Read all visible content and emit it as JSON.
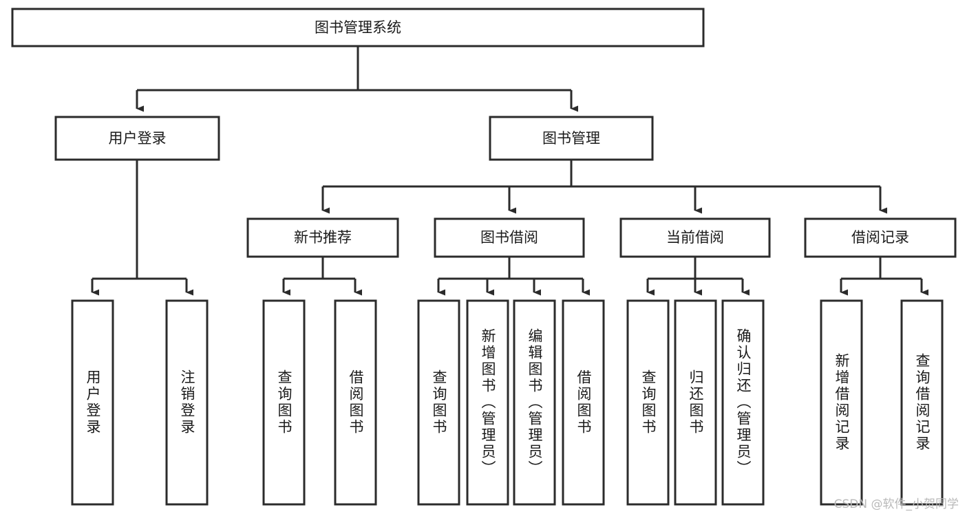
{
  "diagram": {
    "title": "图书管理系统",
    "type": "hierarchy-tree",
    "orientation": "top-down",
    "colors": {
      "box_stroke": "#2b2b2b",
      "box_fill": "#ffffff",
      "connector": "#2b2b2b",
      "text": "#1a1a1a",
      "watermark": "#b9b9b9",
      "background": "#ffffff"
    },
    "root": {
      "label": "图书管理系统"
    },
    "level2": [
      {
        "label": "用户登录"
      },
      {
        "label": "图书管理"
      }
    ],
    "level3": [
      {
        "label": "新书推荐"
      },
      {
        "label": "图书借阅"
      },
      {
        "label": "当前借阅"
      },
      {
        "label": "借阅记录"
      }
    ],
    "leaves": {
      "user_login": [
        {
          "label": "用户登录"
        },
        {
          "label": "注销登录"
        }
      ],
      "new_book_recommend": [
        {
          "label": "查询图书"
        },
        {
          "label": "借阅图书"
        }
      ],
      "book_borrow": [
        {
          "label": "查询图书"
        },
        {
          "label": "新增图书（管理员）"
        },
        {
          "label": "编辑图书（管理员）"
        },
        {
          "label": "借阅图书"
        }
      ],
      "current_borrow": [
        {
          "label": "查询图书"
        },
        {
          "label": "归还图书"
        },
        {
          "label": "确认归还（管理员）"
        }
      ],
      "borrow_record": [
        {
          "label": "新增借阅记录"
        },
        {
          "label": "查询借阅记录"
        }
      ]
    }
  },
  "watermark": {
    "text": "CSDN @软件_小贺同学"
  }
}
